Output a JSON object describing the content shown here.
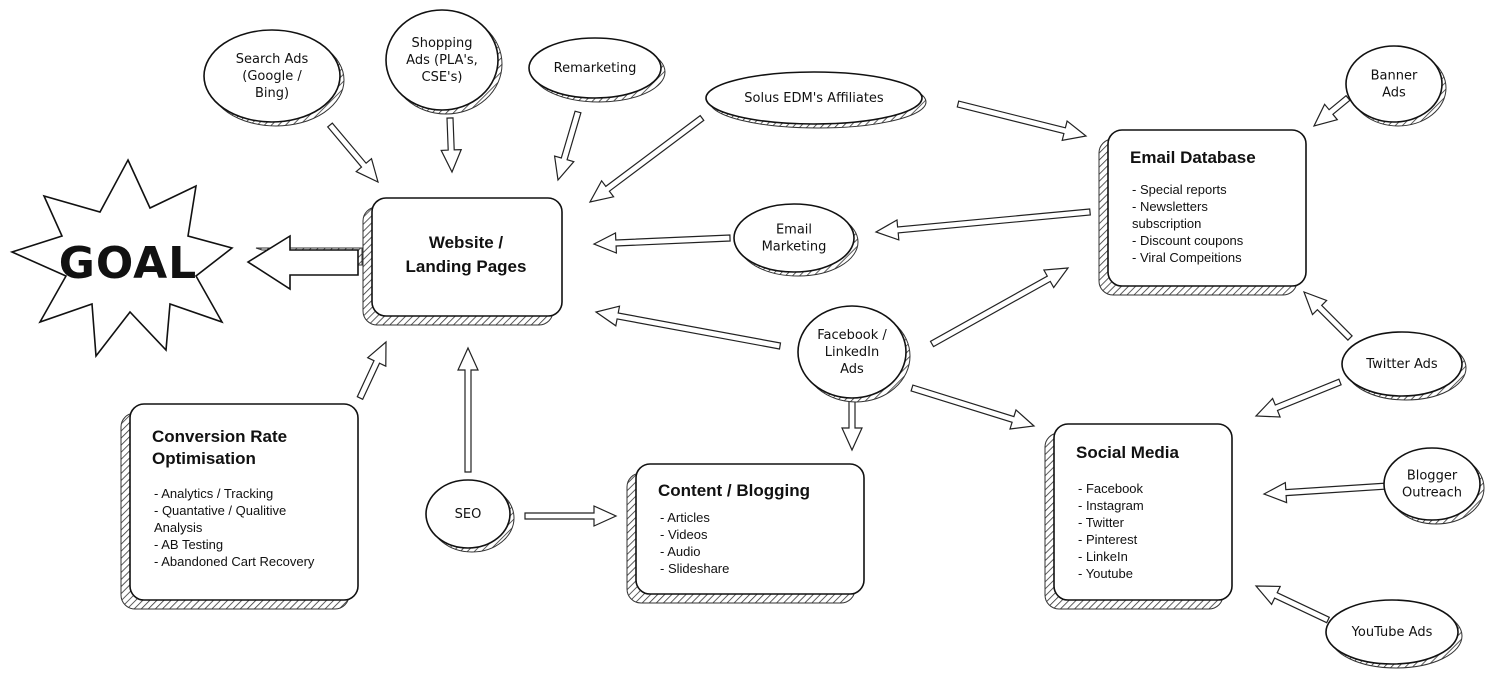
{
  "goal": "GOAL",
  "website": [
    "Website /",
    "Landing Pages"
  ],
  "ellipses": {
    "search_ads": [
      "Search Ads",
      "(Google /",
      "Bing)"
    ],
    "shopping_ads": [
      "Shopping",
      "Ads (PLA's,",
      "CSE's)"
    ],
    "remarketing": [
      "Remarketing"
    ],
    "solus": [
      "Solus EDM's Affiliates"
    ],
    "email_marketing": [
      "Email",
      "Marketing"
    ],
    "facebook_linkedin": [
      "Facebook /",
      "LinkedIn",
      "Ads"
    ],
    "seo": [
      "SEO"
    ],
    "banner_ads": [
      "Banner",
      "Ads"
    ],
    "twitter_ads": [
      "Twitter Ads"
    ],
    "blogger_outreach": [
      "Blogger",
      "Outreach"
    ],
    "youtube_ads": [
      "YouTube Ads"
    ]
  },
  "boxes": {
    "email_database": {
      "title": [
        "Email Database"
      ],
      "items": [
        "- Special reports",
        "- Newsletters",
        "subscription",
        "- Discount coupons",
        "- Viral Compeitions"
      ]
    },
    "conversion": {
      "title": [
        "Conversion Rate",
        "Optimisation"
      ],
      "items": [
        "- Analytics / Tracking",
        "- Quantative / Qualitive",
        "Analysis",
        "- AB Testing",
        "- Abandoned Cart Recovery"
      ]
    },
    "content": {
      "title": [
        "Content / Blogging"
      ],
      "items": [
        "- Articles",
        "- Videos",
        "- Audio",
        "- Slideshare"
      ]
    },
    "social": {
      "title": [
        "Social Media"
      ],
      "items": [
        "- Facebook",
        "- Instagram",
        "- Twitter",
        "- Pinterest",
        "- LinkeIn",
        "- Youtube"
      ]
    }
  },
  "colors": {
    "ink": "#111111",
    "paper": "#ffffff"
  }
}
